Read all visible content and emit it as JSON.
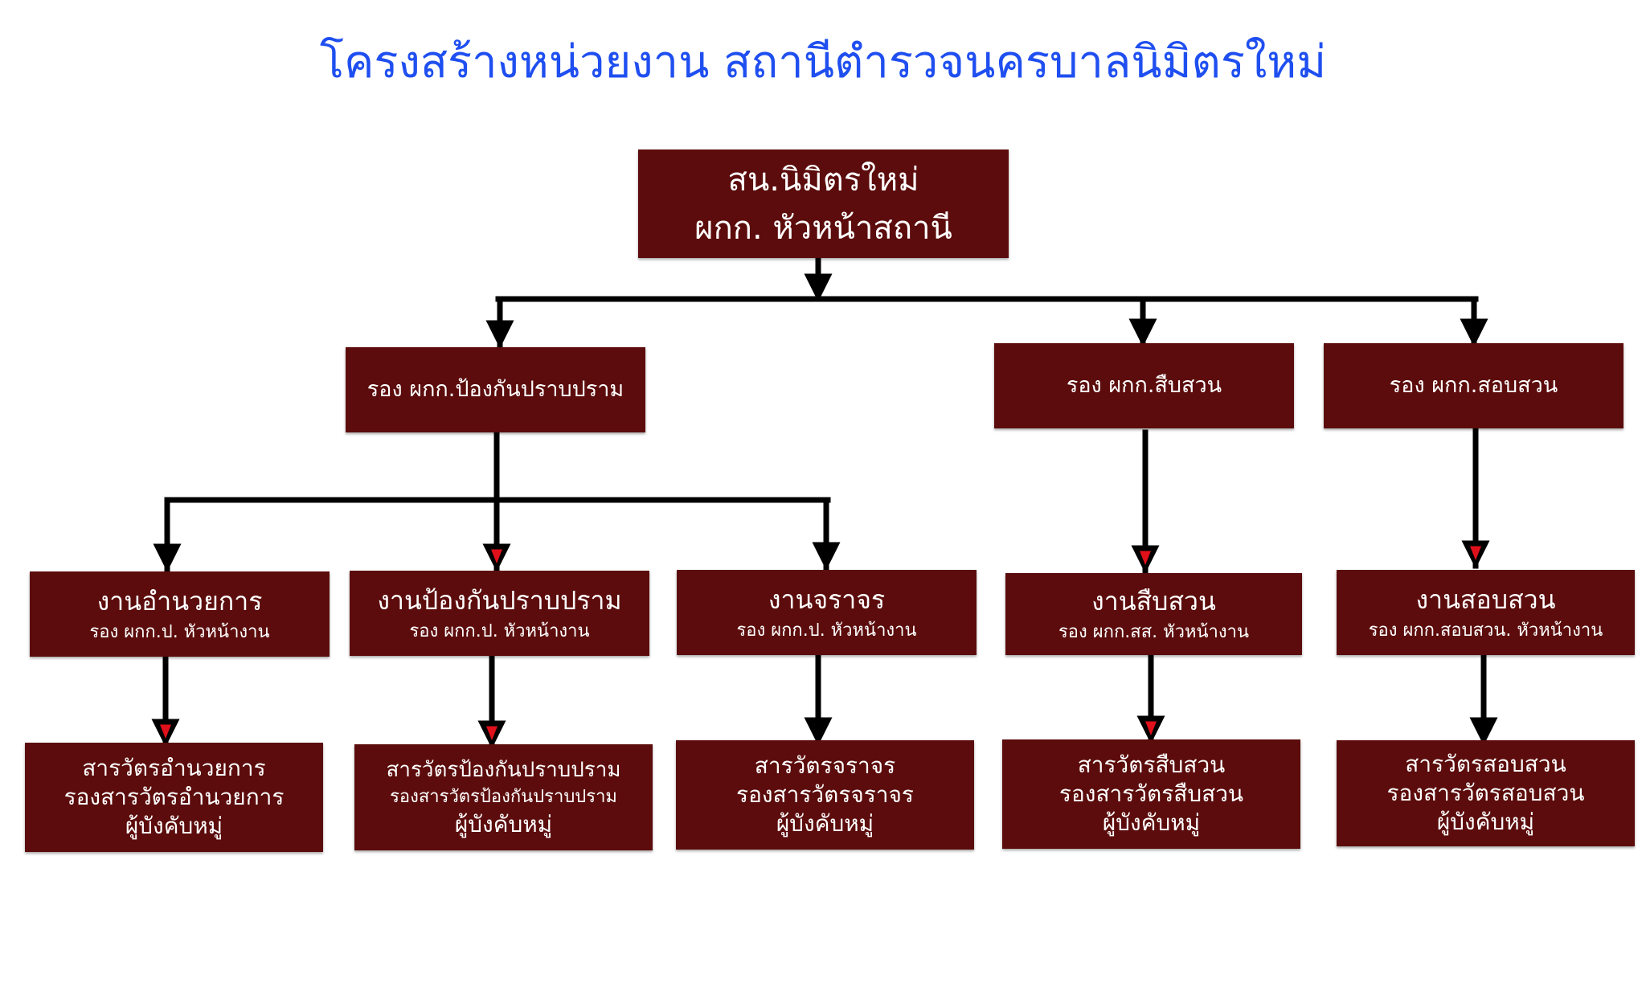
{
  "title": "โครงสร้างหน่วยงาน สถานีตำรวจนครบาลนิมิตรใหม่",
  "head": {
    "line1": "สน.นิมิตรใหม่",
    "line2": "ผกก. หัวหน้าสถานี"
  },
  "deputies": [
    {
      "label": "รอง ผกก.ป้องกันปราบปราม"
    },
    {
      "label": "รอง ผกก.สืบสวน"
    },
    {
      "label": "รอง ผกก.สอบสวน"
    }
  ],
  "units": [
    {
      "name": "งานอำนวยการ",
      "head": "รอง ผกก.ป. หัวหน้างาน"
    },
    {
      "name": "งานป้องกันปราบปราม",
      "head": "รอง ผกก.ป. หัวหน้างาน"
    },
    {
      "name": "งานจราจร",
      "head": "รอง ผกก.ป. หัวหน้างาน"
    },
    {
      "name": "งานสืบสวน",
      "head": "รอง ผกก.สส. หัวหน้างาน"
    },
    {
      "name": "งานสอบสวน",
      "head": "รอง ผกก.สอบสวน. หัวหน้างาน"
    }
  ],
  "staff": [
    {
      "line1": "สารวัตรอำนวยการ",
      "line2": "รองสารวัตรอำนวยการ",
      "line3": "ผู้บังคับหมู่"
    },
    {
      "line1": "สารวัตรป้องกันปราบปราม",
      "line2": "รองสารวัตรป้องกันปราบปราม",
      "line3": "ผู้บังคับหมู่"
    },
    {
      "line1": "สารวัตรจราจร",
      "line2": "รองสารวัตรจราจร",
      "line3": "ผู้บังคับหมู่"
    },
    {
      "line1": "สารวัตรสืบสวน",
      "line2": "รองสารวัตรสืบสวน",
      "line3": "ผู้บังคับหมู่"
    },
    {
      "line1": "สารวัตรสอบสวน",
      "line2": "รองสารวัตรสอบสวน",
      "line3": "ผู้บังคับหมู่"
    }
  ],
  "colors": {
    "box": "#5c0c0c",
    "box_text": "#ffffff",
    "title": "#1f4ff0",
    "connector": "#000000",
    "arrow_accent": "#e0101a"
  }
}
